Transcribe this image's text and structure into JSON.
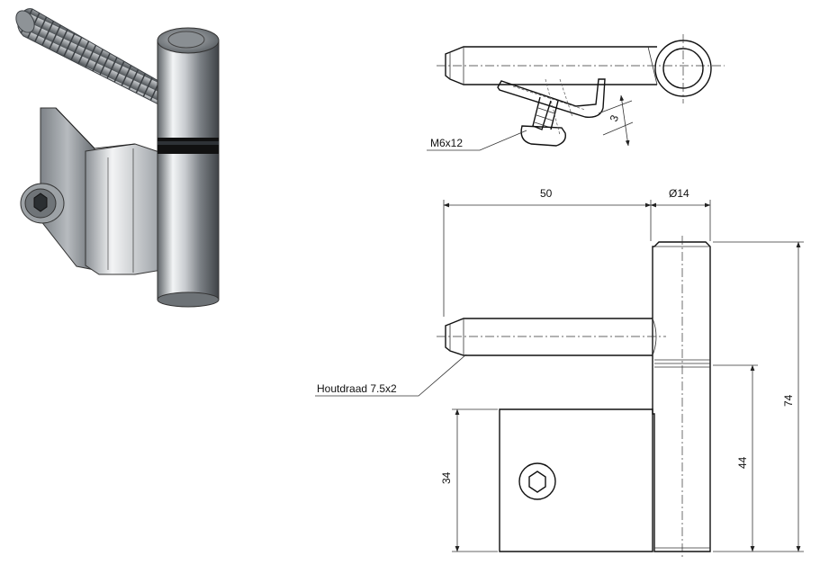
{
  "drawing": {
    "dimensions": {
      "length": "50",
      "diameter": "Ø14",
      "total_height": "74",
      "barrel_height": "44",
      "plate_height": "34",
      "offset": "3"
    },
    "callouts": {
      "bolt": "M6x12",
      "wood_screw": "Houtdraad 7.5x2"
    }
  },
  "colors": {
    "line": "#222222",
    "steel_light": "#e6e8ea",
    "steel_dark": "#6c7176",
    "ring": "#111111"
  }
}
